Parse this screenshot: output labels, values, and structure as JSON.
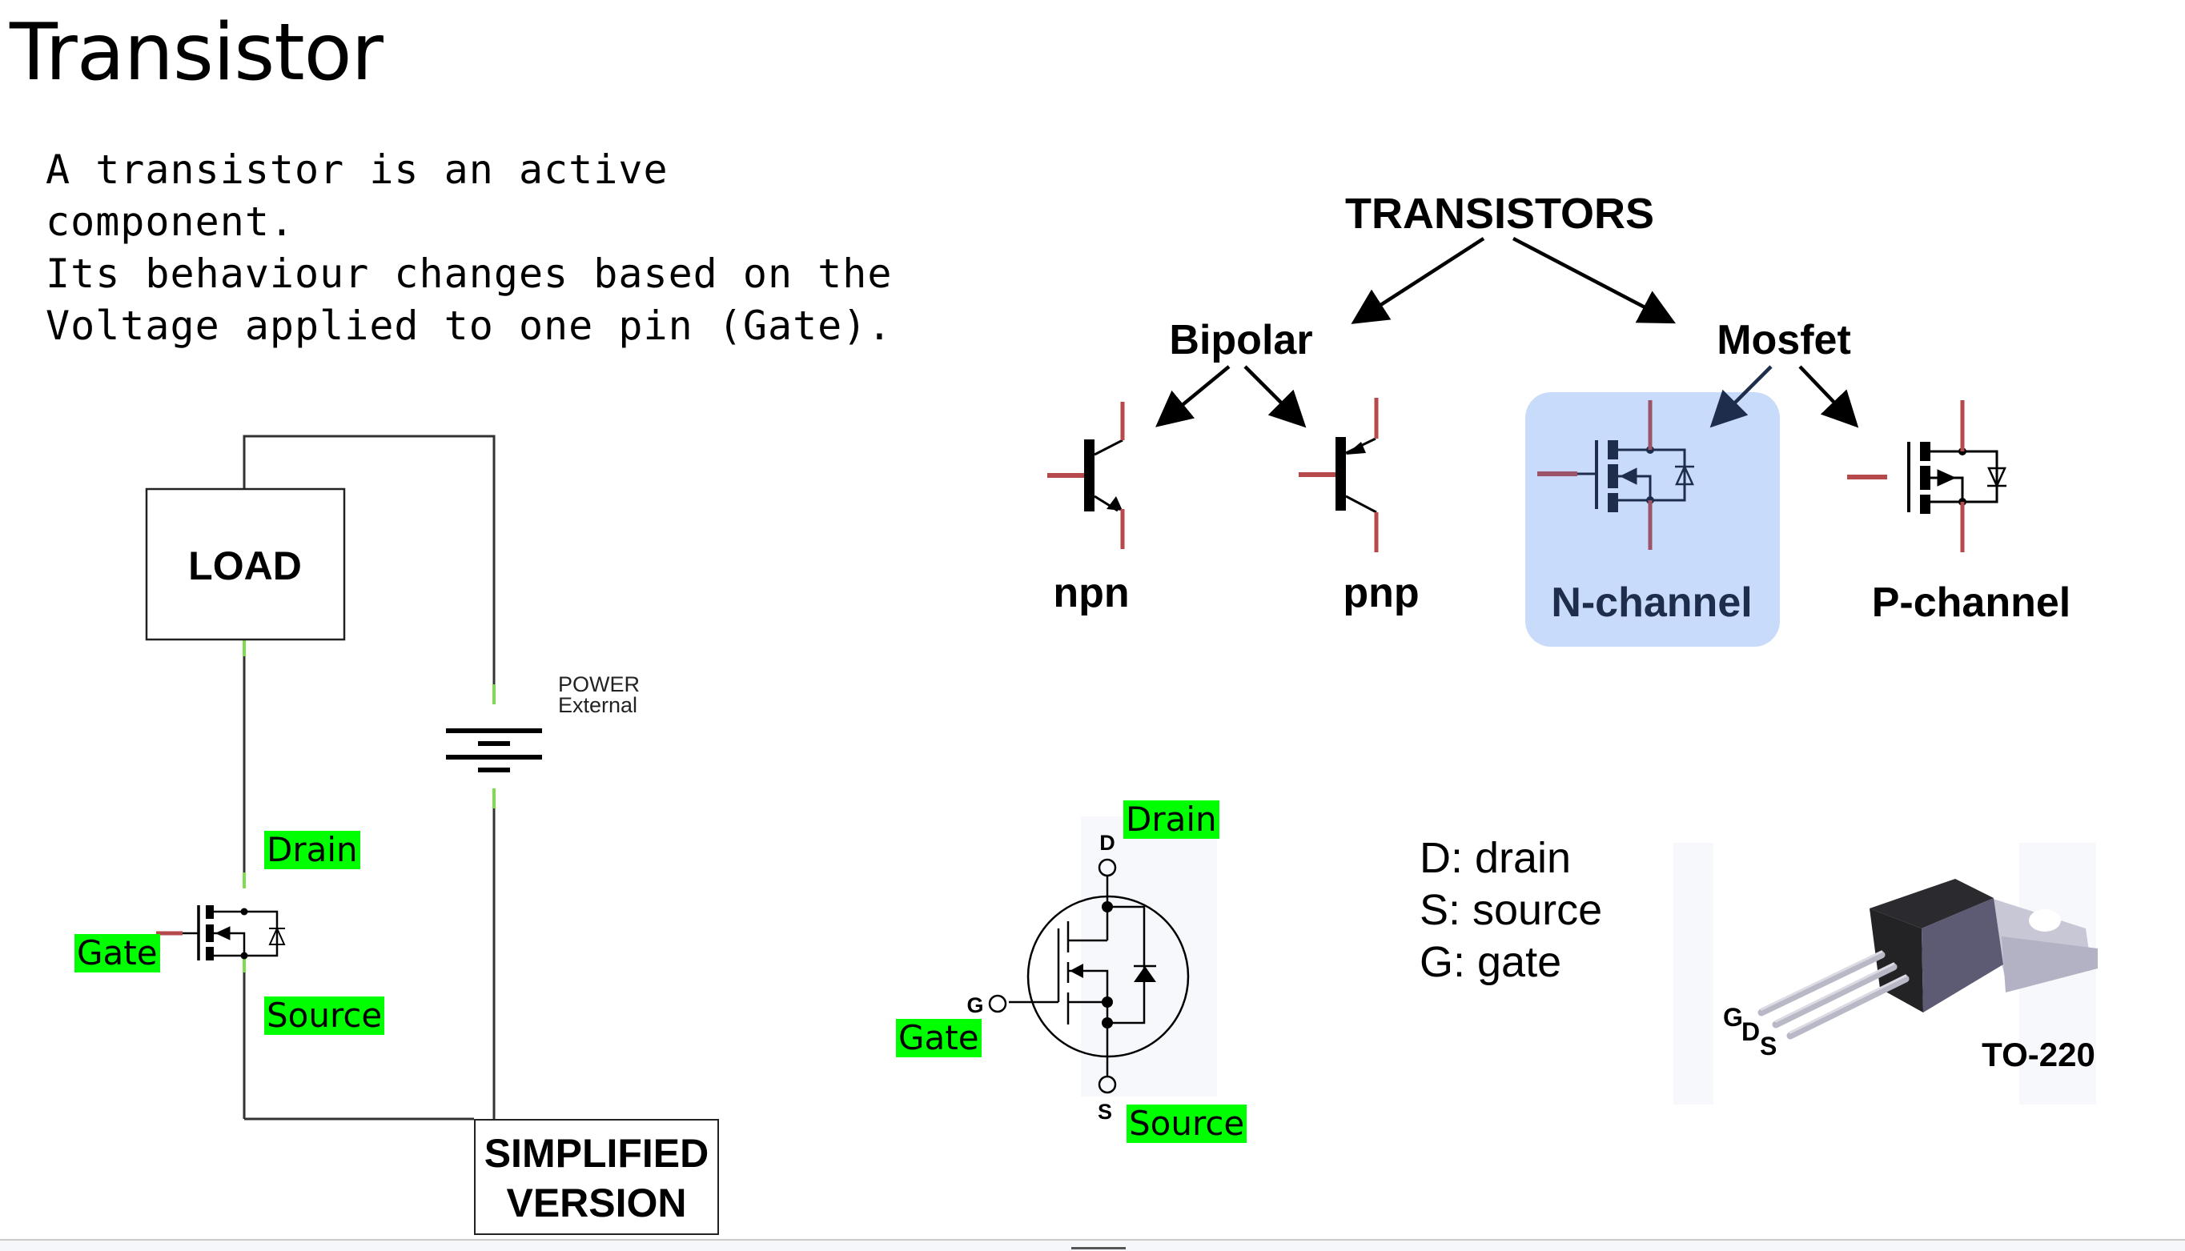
{
  "page": {
    "title": "Transistor",
    "intro_lines": [
      "A transistor is an active",
      "component.",
      "Its behaviour changes based on the",
      "Voltage applied to one pin (Gate)."
    ]
  },
  "tree": {
    "root": "TRANSISTORS",
    "branches": [
      {
        "label": "Bipolar",
        "children": [
          "npn",
          "pnp"
        ]
      },
      {
        "label": "Mosfet",
        "children": [
          "N-channel",
          "P-channel"
        ]
      }
    ],
    "highlighted_child": "N-channel",
    "highlight_color": "#c9dbfa",
    "pin_color": "#b5494c"
  },
  "circuit": {
    "load_label": "LOAD",
    "power_label_line1": "POWER",
    "power_label_line2": "External",
    "simplified_line1": "SIMPLIFIED",
    "simplified_line2": "VERSION",
    "drain_label": "Drain",
    "gate_label": "Gate",
    "source_label": "Source",
    "highlight_color": "#00ff00"
  },
  "mosfet_symbol": {
    "pin_d": "D",
    "pin_g": "G",
    "pin_s": "S",
    "drain_label": "Drain",
    "gate_label": "Gate",
    "source_label": "Source"
  },
  "legend": {
    "lines": [
      "D: drain",
      "S: source",
      "G: gate"
    ]
  },
  "package": {
    "name": "TO-220",
    "pin_g": "G",
    "pin_d": "D",
    "pin_s": "S"
  }
}
